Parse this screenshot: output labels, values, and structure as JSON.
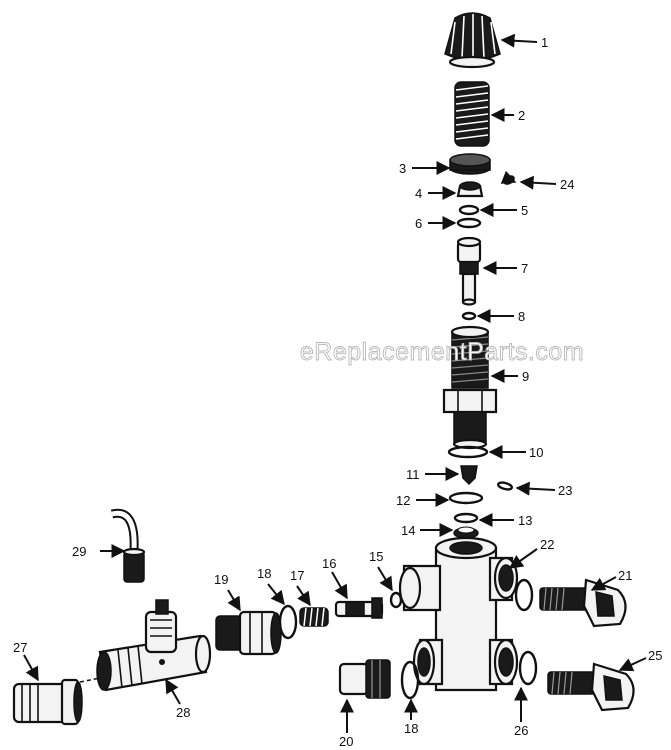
{
  "watermark": "eReplacementParts.com",
  "callouts": [
    {
      "id": "callout-1",
      "label": "1"
    },
    {
      "id": "callout-2",
      "label": "2"
    },
    {
      "id": "callout-3",
      "label": "3"
    },
    {
      "id": "callout-4",
      "label": "4"
    },
    {
      "id": "callout-5",
      "label": "5"
    },
    {
      "id": "callout-6",
      "label": "6"
    },
    {
      "id": "callout-7",
      "label": "7"
    },
    {
      "id": "callout-8",
      "label": "8"
    },
    {
      "id": "callout-9",
      "label": "9"
    },
    {
      "id": "callout-10",
      "label": "10"
    },
    {
      "id": "callout-11",
      "label": "11"
    },
    {
      "id": "callout-12",
      "label": "12"
    },
    {
      "id": "callout-13",
      "label": "13"
    },
    {
      "id": "callout-14",
      "label": "14"
    },
    {
      "id": "callout-15",
      "label": "15"
    },
    {
      "id": "callout-16",
      "label": "16"
    },
    {
      "id": "callout-17",
      "label": "17"
    },
    {
      "id": "callout-18a",
      "label": "18"
    },
    {
      "id": "callout-18b",
      "label": "18"
    },
    {
      "id": "callout-19",
      "label": "19"
    },
    {
      "id": "callout-20",
      "label": "20"
    },
    {
      "id": "callout-21",
      "label": "21"
    },
    {
      "id": "callout-22",
      "label": "22"
    },
    {
      "id": "callout-23",
      "label": "23"
    },
    {
      "id": "callout-24",
      "label": "24"
    },
    {
      "id": "callout-25",
      "label": "25"
    },
    {
      "id": "callout-26",
      "label": "26"
    },
    {
      "id": "callout-27",
      "label": "27"
    },
    {
      "id": "callout-28",
      "label": "28"
    },
    {
      "id": "callout-29",
      "label": "29"
    }
  ]
}
